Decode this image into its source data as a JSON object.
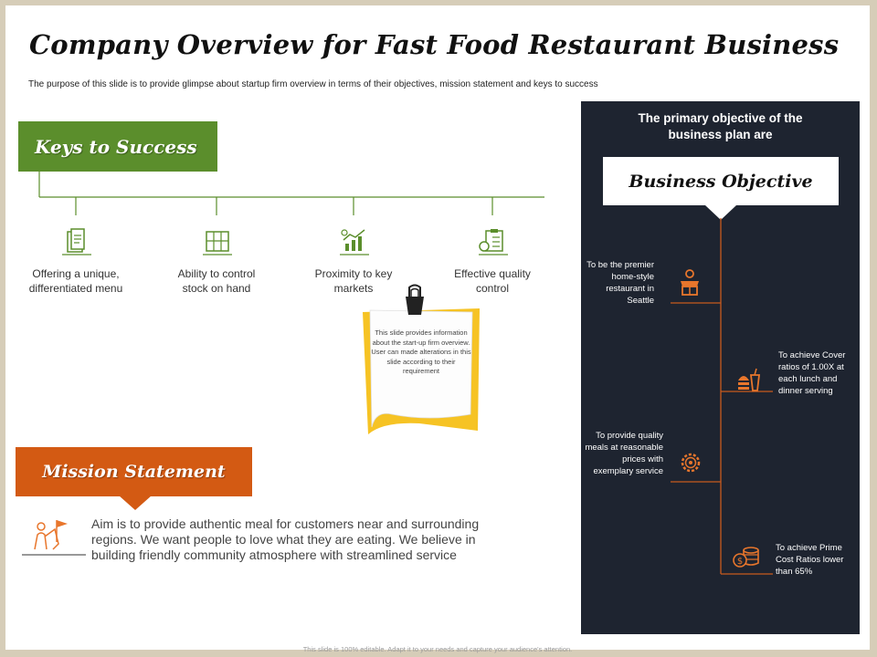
{
  "slide": {
    "title": "Company Overview for Fast Food Restaurant Business",
    "subtitle": "The purpose of this slide is to provide glimpse about startup firm overview in terms of their objectives, mission statement and keys to success",
    "footer": "This slide is 100% editable. Adapt it to your needs and capture your audience's attention."
  },
  "keys_to_success": {
    "heading": "Keys to Success",
    "items": [
      {
        "label_line1": "Offering  a unique,",
        "label_line2": "differentiated  menu",
        "icon": "menu-book-icon"
      },
      {
        "label_line1": "Ability to control",
        "label_line2": "stock on hand",
        "icon": "inventory-shelf-icon"
      },
      {
        "label_line1": "Proximity to key",
        "label_line2": "markets",
        "icon": "market-chart-icon"
      },
      {
        "label_line1": "Effective quality",
        "label_line2": "control",
        "icon": "quality-checklist-icon"
      }
    ],
    "accent_color": "#5b8e2c"
  },
  "sticky_note": {
    "text": "This slide provides information about the start-up firm overview. User can made alterations in this slide according to their requirement",
    "color": "#f6c324"
  },
  "mission": {
    "heading": "Mission Statement",
    "text": "Aim is to provide authentic meal for customers near and surrounding regions. We want people to love what they are eating.  We believe in building friendly community atmosphere with streamlined service",
    "icon": "mission-flag-icon",
    "accent_color": "#d35a13"
  },
  "business_objective": {
    "panel_heading_line1": "The primary objective of the",
    "panel_heading_line2": "business plan are",
    "title": "Business Objective",
    "items": [
      {
        "text": "To be the premier home-style restaurant in Seattle",
        "icon": "restaurant-icon"
      },
      {
        "text": "To achieve Cover ratios of 1.00X at each lunch and dinner serving",
        "icon": "burger-meal-icon"
      },
      {
        "text": "To provide quality meals at reasonable prices with exemplary service",
        "icon": "quality-gear-icon"
      },
      {
        "text": "To achieve Prime Cost Ratios lower than 65%",
        "icon": "coins-icon"
      }
    ],
    "panel_color": "#1e2430",
    "icon_color": "#e8762c"
  }
}
